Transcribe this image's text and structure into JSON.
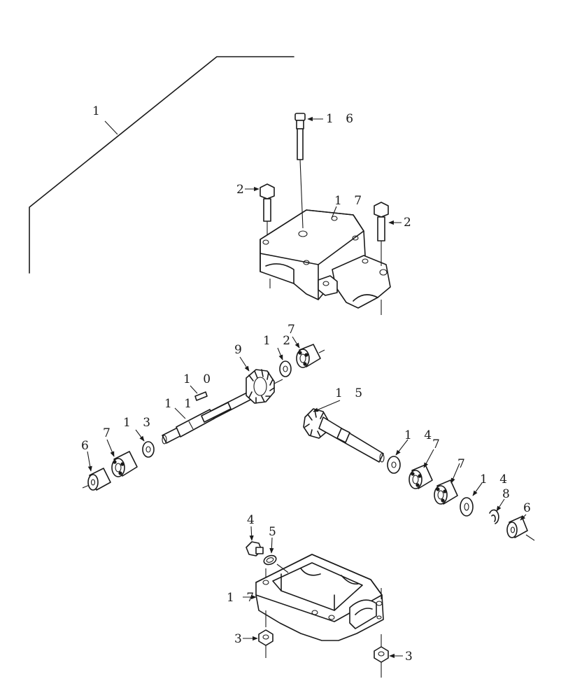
{
  "callouts": {
    "c1": "1",
    "c16": "1 6",
    "c2_left": "2",
    "c17_top": "1 7",
    "c2_right": "2",
    "c7_top": "7",
    "c9": "9",
    "c12": "1 2",
    "c10": "1 0",
    "c11": "1 1",
    "c13": "1 3",
    "c7_left": "7",
    "c6_left": "6",
    "c15": "1 5",
    "c14_a": "1 4",
    "c7_mid": "7",
    "c7_right": "7",
    "c14_b": "1 4",
    "c8": "8",
    "c6_right": "6",
    "c4": "4",
    "c5": "5",
    "c17_bottom": "1 7",
    "c3_left": "3",
    "c3_right": "3"
  },
  "colors": {
    "ink": "#1a1a1a",
    "paper": "#ffffff"
  }
}
